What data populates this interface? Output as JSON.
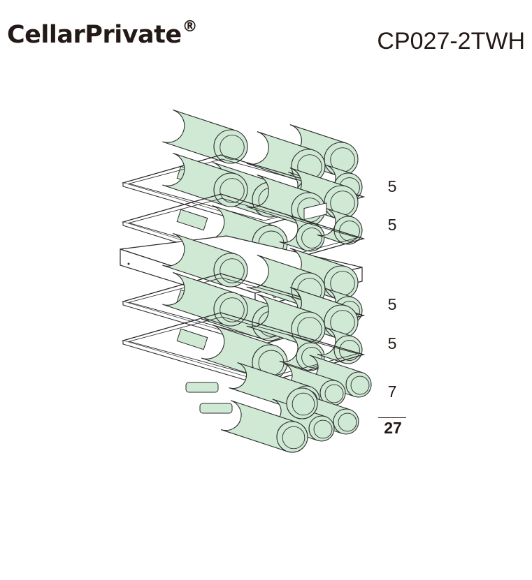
{
  "brand": {
    "name": "CellarPrivate",
    "registered_mark": "®"
  },
  "model": "CP027-2TWH",
  "colors": {
    "bottle_fill": "#cfe9d4",
    "outline": "#2a2a2a",
    "text": "#231916"
  },
  "rack": {
    "shelves": [
      {
        "name": "shelf-1",
        "bottles": "5"
      },
      {
        "name": "shelf-2",
        "bottles": "5"
      },
      {
        "name": "shelf-3",
        "bottles": "5"
      },
      {
        "name": "shelf-4",
        "bottles": "5"
      },
      {
        "name": "floor",
        "bottles": "7"
      }
    ],
    "total": "27"
  }
}
